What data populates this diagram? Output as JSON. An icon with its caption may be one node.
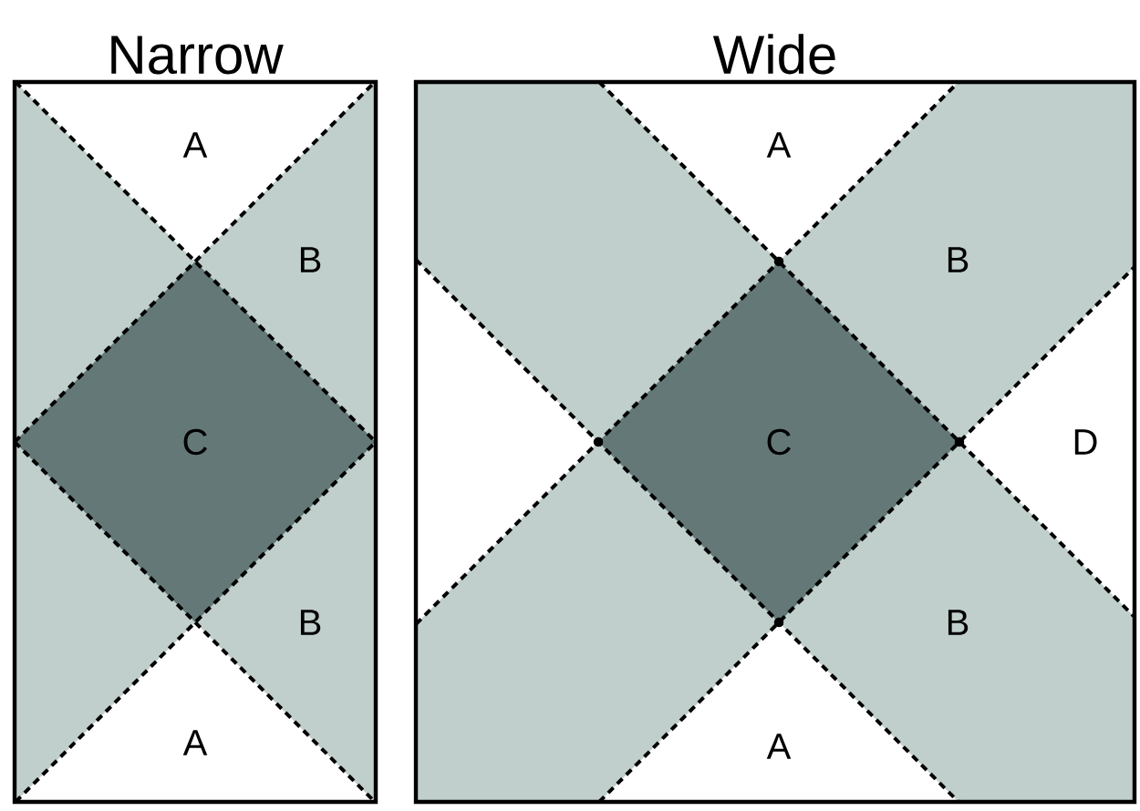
{
  "diagram": {
    "nodes": [
      {
        "text": [
          "Narrow"
        ]
      },
      {
        "text": [
          "A"
        ],
        "in": 0
      },
      {
        "text": [
          "B"
        ],
        "in": 0
      },
      {
        "text": [
          "C"
        ],
        "in": 0
      },
      {
        "text": [
          "B"
        ],
        "in": 0
      },
      {
        "text": [
          "A"
        ],
        "in": 0
      },
      {
        "text": [
          "Wide"
        ]
      },
      {
        "text": [
          "A"
        ],
        "in": 6
      },
      {
        "text": [
          "B"
        ],
        "in": 6
      },
      {
        "text": [
          "C"
        ],
        "in": 6
      },
      {
        "text": [
          "D"
        ],
        "in": 6
      },
      {
        "text": [
          "B"
        ],
        "in": 6
      },
      {
        "text": [
          "A"
        ],
        "in": 6
      }
    ]
  }
}
